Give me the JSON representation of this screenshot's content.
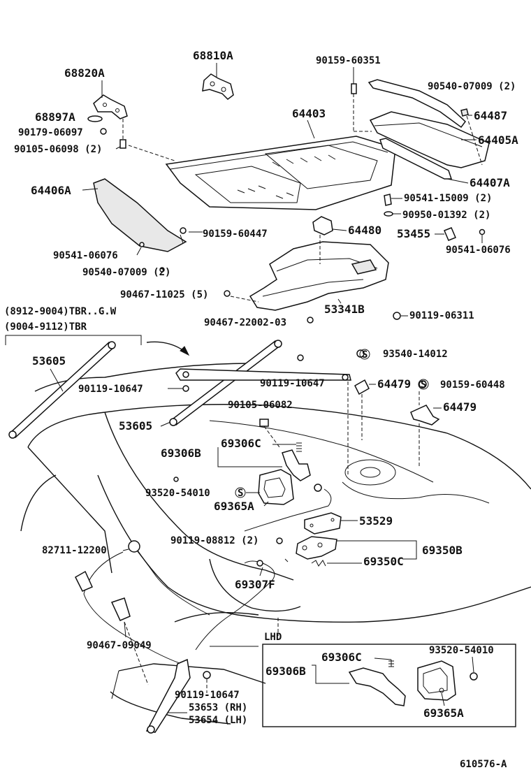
{
  "diagram": {
    "labels": {
      "p68810A": "68810A",
      "p68820A": "68820A",
      "p68897A": "68897A",
      "p90179": "90179-06097",
      "p90105_098": "90105-06098 (2)",
      "p90159_351": "90159-60351",
      "p90540_top": "90540-07009 (2)",
      "p64487": "64487",
      "p64403": "64403",
      "p64405A": "64405A",
      "p64407A": "64407A",
      "p64406A": "64406A",
      "p90541_15009": "90541-15009 (2)",
      "p90950": "90950-01392 (2)",
      "p53455": "53455",
      "p90541_06076r": "90541-06076",
      "p90159_447": "90159-60447",
      "p64480": "64480",
      "p90541_06076l": "90541-06076",
      "p90540_bot": "90540-07009 (2)",
      "p90467_11025": "90467-11025 (5)",
      "p53341B": "53341B",
      "p90467_22002": "90467-22002-03",
      "p90119_06311": "90119-06311",
      "variant1": "(8912-9004)TBR..G.W",
      "variant2": "(9004-9112)TBR",
      "p53605a": "53605",
      "p93540": "93540-14012",
      "p90119_10647a": "90119-10647",
      "p90119_10647b": "90119-10647",
      "p64479a": "64479",
      "p90159_448": "90159-60448",
      "p90105_082": "90105-06082",
      "p64479b": "64479",
      "p53605b": "53605",
      "p69306C": "69306C",
      "p69306B": "69306B",
      "p93520a": "93520-54010",
      "p69365A": "69365A",
      "p53529": "53529",
      "p82711": "82711-12200",
      "p90119_08812": "90119-08812 (2)",
      "p69350B": "69350B",
      "p69350C": "69350C",
      "p69307F": "69307F",
      "lhd": "LHD",
      "p90467_09049": "90467-09049",
      "p90119_10647c": "90119-10647",
      "p53653": "53653 (RH)",
      "p53654": "53654 (LH)",
      "inset_69306C": "69306C",
      "inset_69306B": "69306B",
      "inset_93520": "93520-54010",
      "inset_69365A": "69365A",
      "s_mark": "S",
      "ref": "610576-A"
    }
  }
}
